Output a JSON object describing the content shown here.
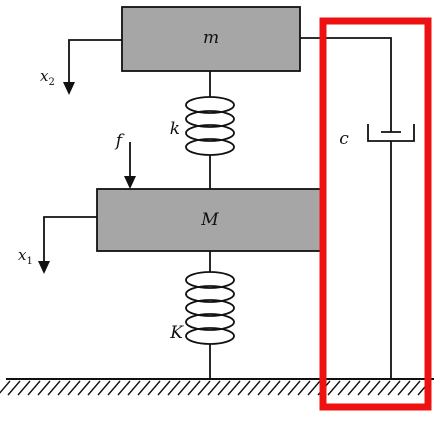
{
  "labels": {
    "upper_mass": "m",
    "lower_mass": "M",
    "upper_spring": "k",
    "lower_spring": "K",
    "force": "f",
    "damper": "c",
    "x2_base": "x",
    "x2_sub": "2",
    "x1_base": "x",
    "x1_sub": "1"
  },
  "colors": {
    "mass_fill": "#a6a6a6",
    "line": "#111111",
    "highlight": "#ee1111",
    "background": "#ffffff"
  }
}
